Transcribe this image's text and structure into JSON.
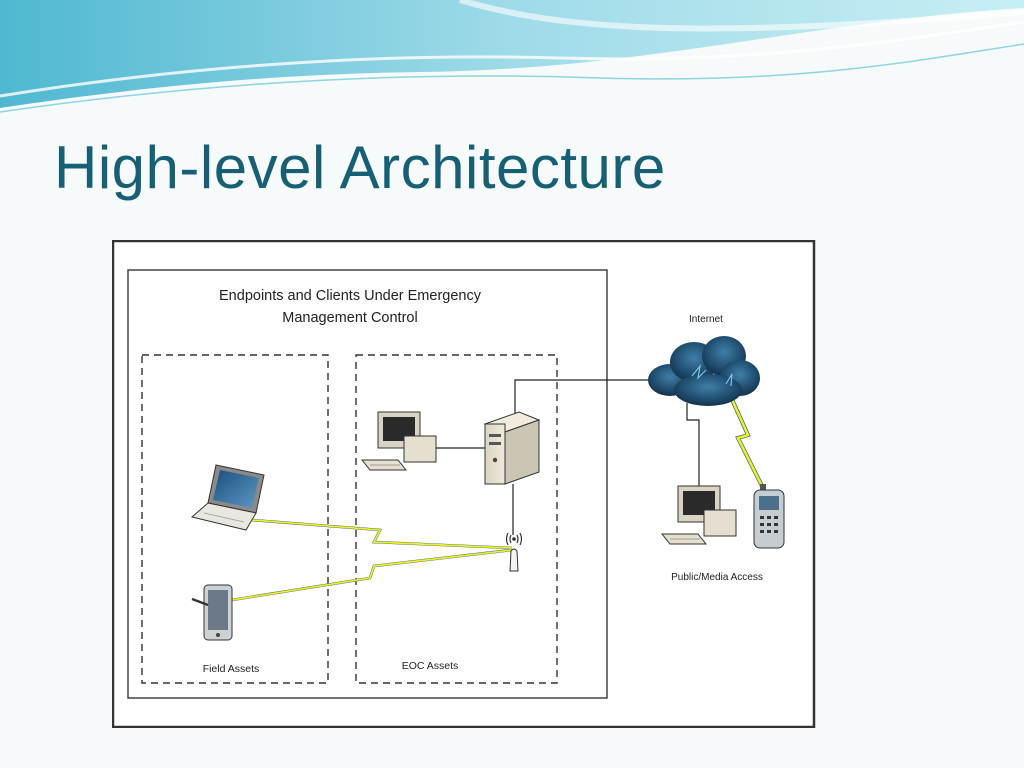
{
  "slide": {
    "title": "High-level Architecture"
  },
  "diagram": {
    "outer_group_title_line1": "Endpoints and Clients Under Emergency",
    "outer_group_title_line2": "Management Control",
    "field_assets_label": "Field Assets",
    "eoc_assets_label": "EOC Assets",
    "internet_label": "Internet",
    "public_media_label": "Public/Media Access"
  },
  "colors": {
    "title": "#175f75",
    "wave": "#5cc1d6",
    "lightning": "#f2f21a",
    "cloud": "#1e3a52"
  }
}
